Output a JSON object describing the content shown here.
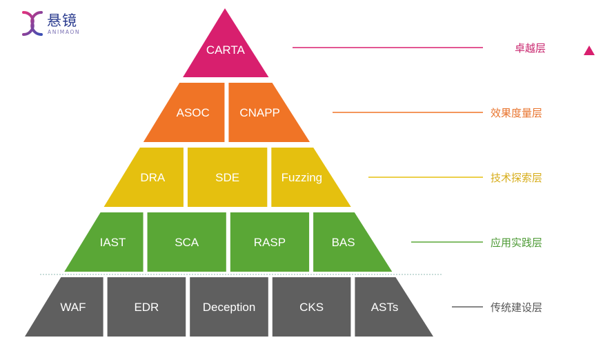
{
  "logo": {
    "name_cn": "悬镜",
    "name_en": "ANIMAON"
  },
  "layers": [
    {
      "level": "卓越层",
      "color": "#d81f6e",
      "label_color": "#c8246d",
      "blocks": [
        "CARTA"
      ]
    },
    {
      "level": "效果度量层",
      "color": "#f07426",
      "label_color": "#e8732c",
      "blocks": [
        "ASOC",
        "CNAPP"
      ]
    },
    {
      "level": "技术探索层",
      "color": "#e5c00f",
      "label_color": "#d7ad1b",
      "blocks": [
        "DRA",
        "SDE",
        "Fuzzing"
      ]
    },
    {
      "level": "应用实践层",
      "color": "#5aa736",
      "label_color": "#4d9a35",
      "blocks": [
        "IAST",
        "SCA",
        "RASP",
        "BAS"
      ]
    },
    {
      "level": "传统建设层",
      "color": "#5f5f5f",
      "label_color": "#555555",
      "blocks": [
        "WAF",
        "EDR",
        "Deception",
        "CKS",
        "ASTs"
      ]
    }
  ]
}
